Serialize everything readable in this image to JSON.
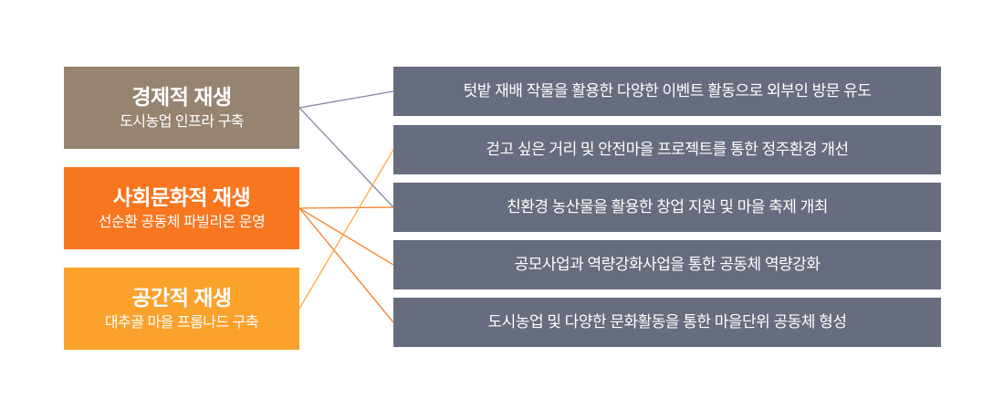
{
  "diagram": {
    "left_boxes": [
      {
        "title": "경제적 재생",
        "subtitle": "도시농업 인프라 구축",
        "color": "#968471"
      },
      {
        "title": "사회문화적 재생",
        "subtitle": "선순환 공동체 파빌리온 운영",
        "color": "#f7761f"
      },
      {
        "title": "공간적 재생",
        "subtitle": "대추골 마을 프롬나드 구축",
        "color": "#faa22c"
      }
    ],
    "right_boxes": [
      {
        "label": "텃밭 재배 작물을 활용한 다양한 이벤트 활동으로 외부인 방문 유도"
      },
      {
        "label": "걷고 싶은 거리 및 안전마을 프로젝트를 통한 정주환경 개선"
      },
      {
        "label": "친환경 농산물을 활용한 창업 지원 및 마을 축제 개최"
      },
      {
        "label": "공모사업과 역량강화사업을 통한 공동체 역량강화"
      },
      {
        "label": "도시농업 및 다양한 문화활동을 통한 마을단위 공동체 형성"
      }
    ],
    "right_box_color": "#676c7e",
    "connections": [
      {
        "from": 0,
        "to": 0,
        "color": "#8187a3"
      },
      {
        "from": 0,
        "to": 2,
        "color": "#8187a3"
      },
      {
        "from": 1,
        "to": 2,
        "color": "#f47c26"
      },
      {
        "from": 1,
        "to": 3,
        "color": "#f47c26"
      },
      {
        "from": 1,
        "to": 4,
        "color": "#f47c26"
      },
      {
        "from": 2,
        "to": 1,
        "color": "#fbaa43"
      }
    ]
  }
}
